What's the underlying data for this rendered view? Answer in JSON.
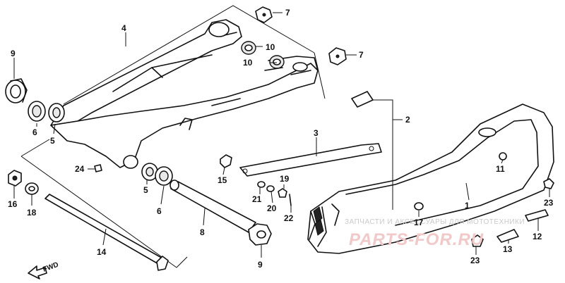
{
  "labels": {
    "p1": "1",
    "p2": "2",
    "p3": "3",
    "p4": "4",
    "p5a": "5",
    "p5b": "5",
    "p6a": "6",
    "p6b": "6",
    "p7a": "7",
    "p7b": "7",
    "p8": "8",
    "p9a": "9",
    "p9b": "9",
    "p10a": "10",
    "p10b": "10",
    "p11": "11",
    "p12": "12",
    "p13": "13",
    "p14": "14",
    "p15": "15",
    "p16": "16",
    "p17": "17",
    "p18": "18",
    "p19": "19",
    "p20": "20",
    "p21": "21",
    "p22": "22",
    "p23a": "23",
    "p23b": "23",
    "p24": "24"
  },
  "fwd_label": "FWD",
  "watermark": {
    "line1": "ЗАПЧАСТИ И АКСЕССУАРЫ ДЛЯ МОТОТЕХНИКИ",
    "line2": "PARTS-FOR.RU"
  }
}
